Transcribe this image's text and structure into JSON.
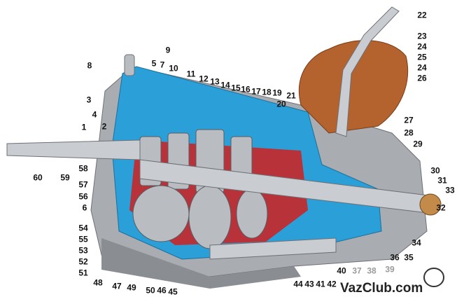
{
  "diagram": {
    "subject": "gearbox-cutaway",
    "colors": {
      "casing": "#a9acb0",
      "cutaway": "#2a9fd8",
      "interior": "#b8323a",
      "boot": "#b4622e",
      "shaft": "#c9ccd0"
    },
    "callouts": [
      "22",
      "23",
      "24",
      "25",
      "24",
      "26",
      "8",
      "9",
      "5",
      "7",
      "10",
      "11",
      "12",
      "13",
      "14",
      "15",
      "16",
      "17",
      "18",
      "19",
      "20",
      "21",
      "3",
      "4",
      "2",
      "1",
      "27",
      "28",
      "29",
      "30",
      "31",
      "33",
      "32",
      "60",
      "59",
      "58",
      "57",
      "56",
      "6",
      "54",
      "55",
      "53",
      "52",
      "51",
      "48",
      "47",
      "49",
      "50",
      "46",
      "45",
      "44",
      "43",
      "41",
      "42",
      "40",
      "37",
      "38",
      "39",
      "36",
      "35",
      "34"
    ],
    "watermark": "VazClub.com"
  }
}
